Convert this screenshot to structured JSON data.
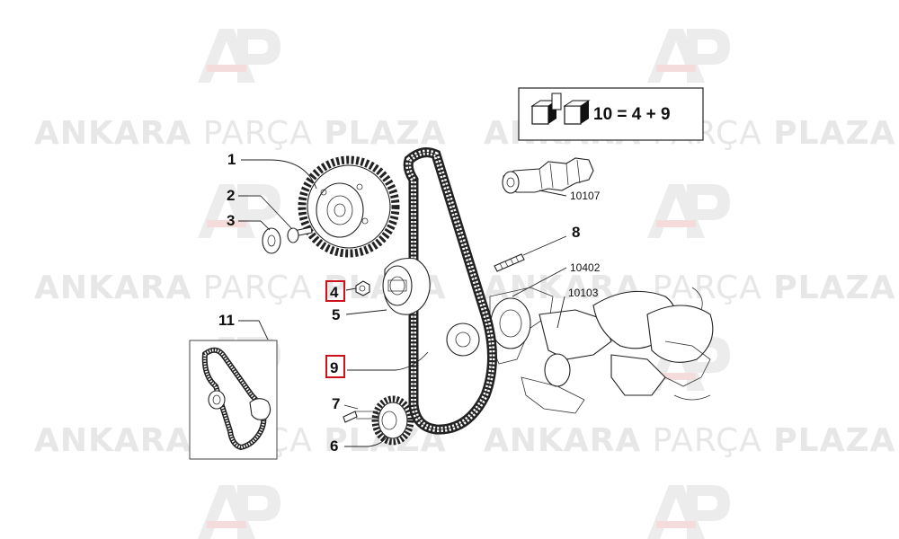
{
  "watermark": {
    "brand_word_1": "ANKARA",
    "brand_word_2": "PARÇA",
    "brand_word_3": "PLAZA",
    "logo_letters": "AP",
    "logo_color": "#e9e9e9",
    "text_color": "#e5e5e5"
  },
  "legend_box": {
    "formula": "10 = 4 + 9",
    "icon": "kit-box-icon"
  },
  "callouts": {
    "c1": "1",
    "c2": "2",
    "c3": "3",
    "c4": "4",
    "c5": "5",
    "c6": "6",
    "c7": "7",
    "c8": "8",
    "c9": "9",
    "c11": "11"
  },
  "references": {
    "r10107": "10107",
    "r10402": "10402",
    "r10103": "10103"
  },
  "highlighted_callouts": [
    "4",
    "9"
  ],
  "colors": {
    "highlight": "#d0111b",
    "line": "#222222"
  }
}
